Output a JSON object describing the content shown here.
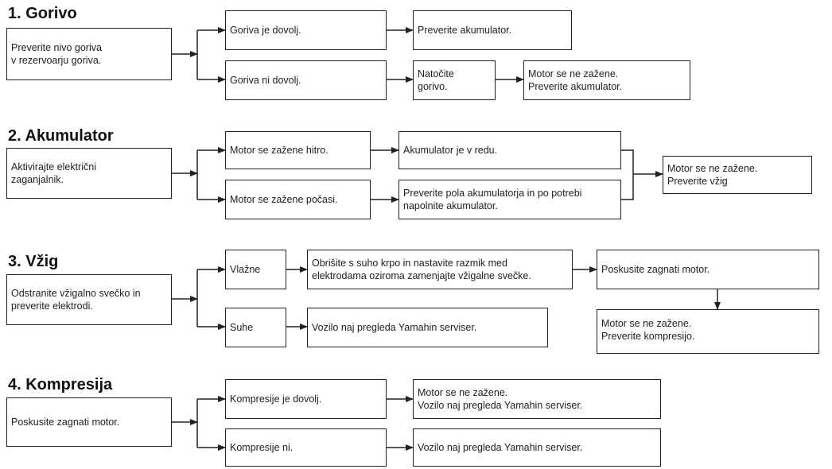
{
  "sections": [
    {
      "title": "1.  Gorivo",
      "check": "Preverite nivo goriva\nv rezervoarju goriva.",
      "branch_yes": "Goriva je dovolj.",
      "yes_result": "Preverite akumulator.",
      "branch_no": "Goriva ni dovolj.",
      "no_action": "Natočite\ngorivo.",
      "no_result": "Motor se ne zažene.\nPreverite akumulator."
    },
    {
      "title": "2.  Akumulator",
      "check": "Aktivirajte električni\nzaganjalnik.",
      "branch_fast": "Motor se zažene hitro.",
      "fast_result": "Akumulator je v redu.",
      "branch_slow": "Motor se zažene počasi.",
      "slow_result": "Preverite pola akumulatorja in po potrebi\nnapolnite akumulator.",
      "final": "Motor se ne zažene.\nPreverite vžig"
    },
    {
      "title": "3.  Vžig",
      "check": "Odstranite vžigalno svečko in\npreverite elektrodi.",
      "branch_wet": "Vlažne",
      "wet_action": "Obrišite s suho krpo in nastavite razmik med\nelektrodama oziroma zamenjajte vžigalne svečke.",
      "wet_result": "Poskusite zagnati motor.",
      "wet_final": "Motor se ne zažene.\nPreverite kompresijo.",
      "branch_dry": "Suhe",
      "dry_result": "Vozilo naj pregleda Yamahin serviser."
    },
    {
      "title": "4.  Kompresija",
      "check": "Poskusite zagnati motor.",
      "branch_yes": "Kompresije je dovolj.",
      "yes_result": "Motor se ne zažene.\nVozilo naj pregleda Yamahin serviser.",
      "branch_no": "Kompresije ni.",
      "no_result": "Vozilo naj pregleda Yamahin serviser."
    }
  ]
}
